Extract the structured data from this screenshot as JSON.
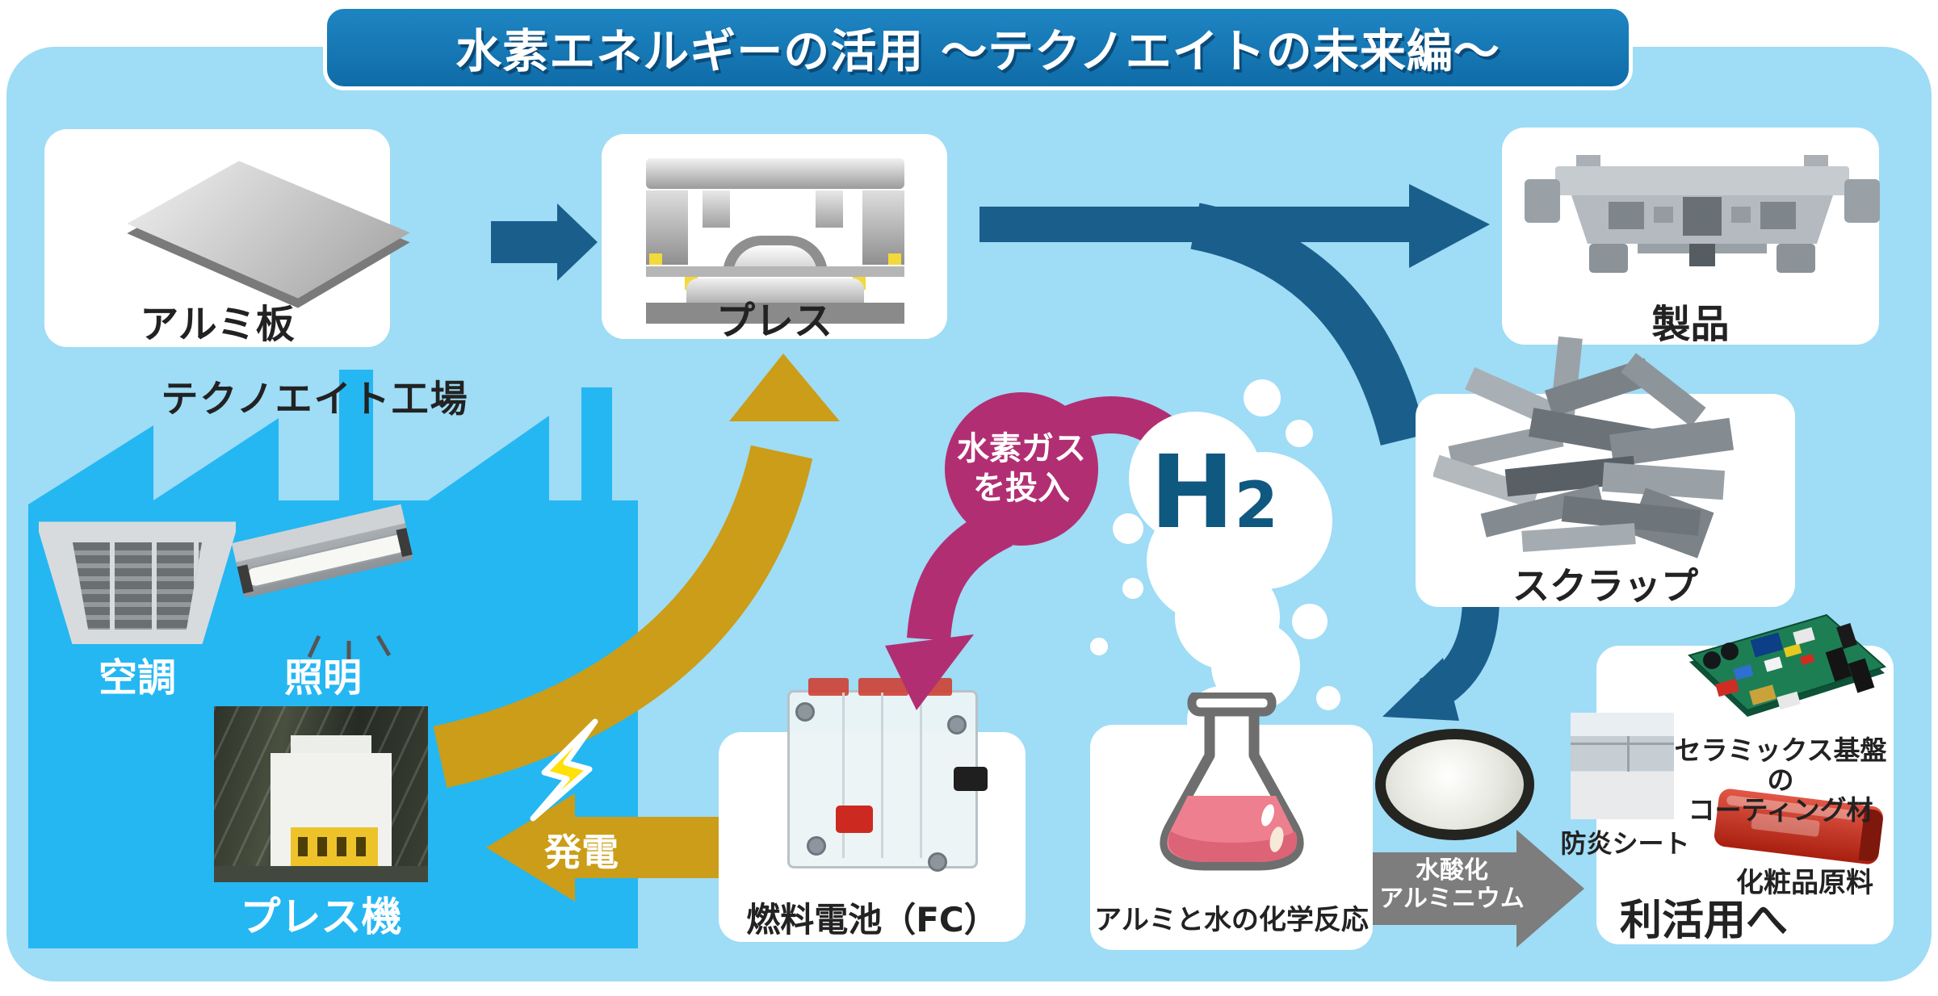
{
  "title": "水素エネルギーの活用 〜テクノエイトの未来編〜",
  "process": {
    "aluminum_plate": "アルミ板",
    "press": "プレス",
    "product": "製品",
    "scrap": "スクラップ",
    "press_machine": "プレス機",
    "fuel_cell": "燃料電池（FC）",
    "reaction": "アルミと水の化学反応",
    "reuse_heading": "利活用へ"
  },
  "factory": {
    "name": "テクノエイト工場",
    "air_conditioning": "空調",
    "lighting": "照明"
  },
  "labels": {
    "hydrogen_gas_line1": "水素ガス",
    "hydrogen_gas_line2": "を投入",
    "h2_symbol": "H",
    "h2_subscript": "2",
    "generation": "発電",
    "hydroxide_line1": "水酸化",
    "hydroxide_line2": "アルミニウム"
  },
  "reuse_items": {
    "flame_sheet": "防炎シート",
    "ceramic_line1": "セラミックス基盤の",
    "ceramic_line2": "コーティング材",
    "cosmetics": "化粧品原料"
  },
  "colors": {
    "panel_bg": "#9fdcf6",
    "factory_blue": "#25b7f2",
    "title_blue": "#1278b6",
    "arrow_teal": "#1a5e8c",
    "arrow_gold": "#cb9d18",
    "arrow_magenta": "#b22e72",
    "arrow_gray": "#7d7d7d",
    "h2_text": "#0f5880",
    "flask_liquid": "#ee7f8e",
    "lightning_yellow": "#ffe008"
  }
}
